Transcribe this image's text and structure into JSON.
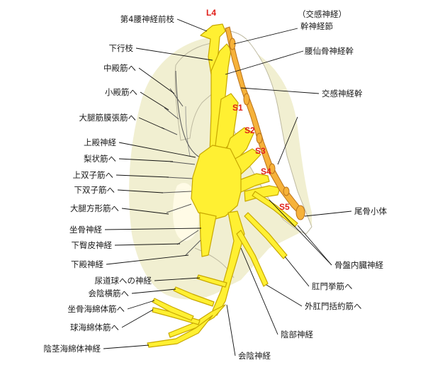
{
  "colors": {
    "background": "#ffffff",
    "pelvis_fill": "#f1efd1",
    "bone_fill": "#ffffff",
    "nerve_fill": "#fff032",
    "nerve_outline": "#c8a800",
    "sympathetic_fill": "#f6b23a",
    "sympathetic_outline": "#b8711a",
    "leader_line": "#111111",
    "segment_label": "#e0201b"
  },
  "segments": {
    "L4": "L4",
    "S1": "S1",
    "S2": "S2",
    "S3": "S3",
    "S4": "S4",
    "S5": "S5"
  },
  "labels": {
    "left": [
      "第4腰神経前枝",
      "下行枝",
      "中殿筋へ",
      "小殿筋へ",
      "大腿筋膜張筋へ",
      "上殿神経",
      "梨状筋へ",
      "上双子筋へ",
      "下双子筋へ",
      "大腿方形筋へ",
      "坐骨神経",
      "下臀皮神経",
      "下殿神経",
      "尿道球への神経",
      "会陰横筋へ",
      "坐骨海綿体筋へ",
      "球海綿体筋へ",
      "陰茎海綿体神経"
    ],
    "right": [
      "（交感神経）",
      "幹神経節",
      "腰仙骨神経幹",
      "交感神経幹",
      "尾骨小体",
      "骨盤内臓神経",
      "肛門挙筋へ",
      "外肛門括約筋へ"
    ],
    "bottom": [
      "陰部神経",
      "会陰神経"
    ]
  }
}
